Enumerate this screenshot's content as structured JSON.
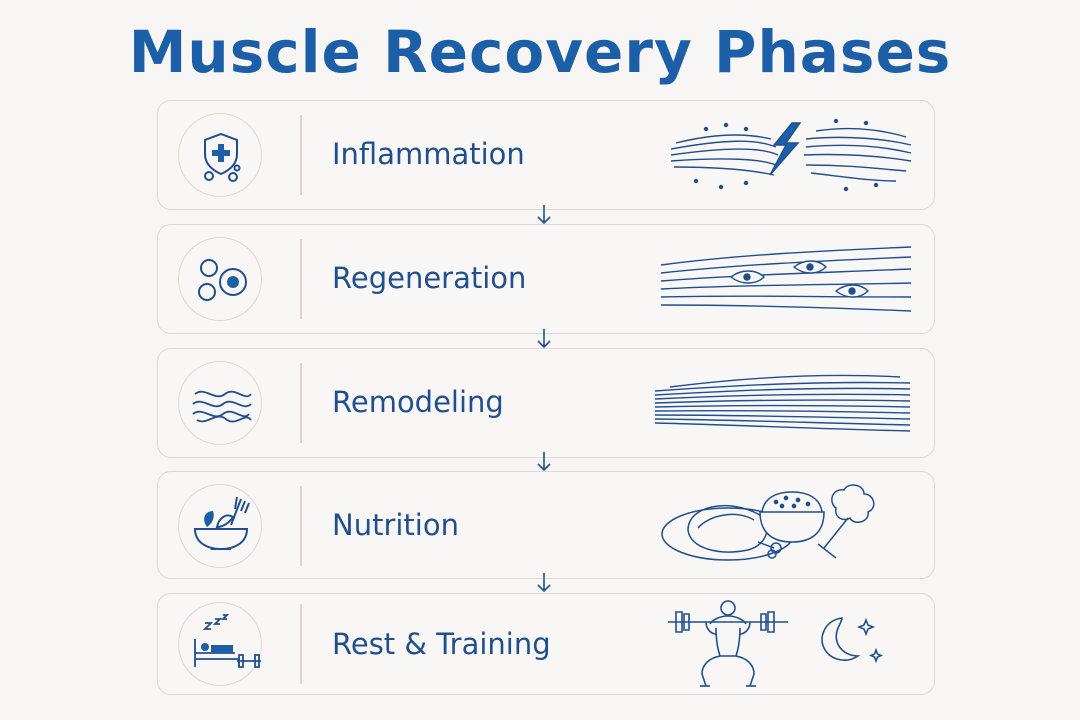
{
  "title": "Muscle Recovery Phases",
  "colors": {
    "accent": "#1c5fa6",
    "ink": "#1f4f8f",
    "border": "#ded8d2",
    "background": "#f8f6f4"
  },
  "phases": [
    {
      "label": "Inflammation",
      "icon": "shield-cross-icon",
      "illustration": "torn-muscle-fibers-lightning"
    },
    {
      "label": "Regeneration",
      "icon": "cells-icon",
      "illustration": "muscle-fibers-with-cells"
    },
    {
      "label": "Remodeling",
      "icon": "wavy-fibers-icon",
      "illustration": "aligned-muscle-fibers"
    },
    {
      "label": "Nutrition",
      "icon": "salad-bowl-fork-icon",
      "illustration": "chicken-rice-broccoli"
    },
    {
      "label": "Rest & Training",
      "icon": "sleep-and-dumbbell-icon",
      "illustration": "squat-lifter-and-moon"
    }
  ]
}
